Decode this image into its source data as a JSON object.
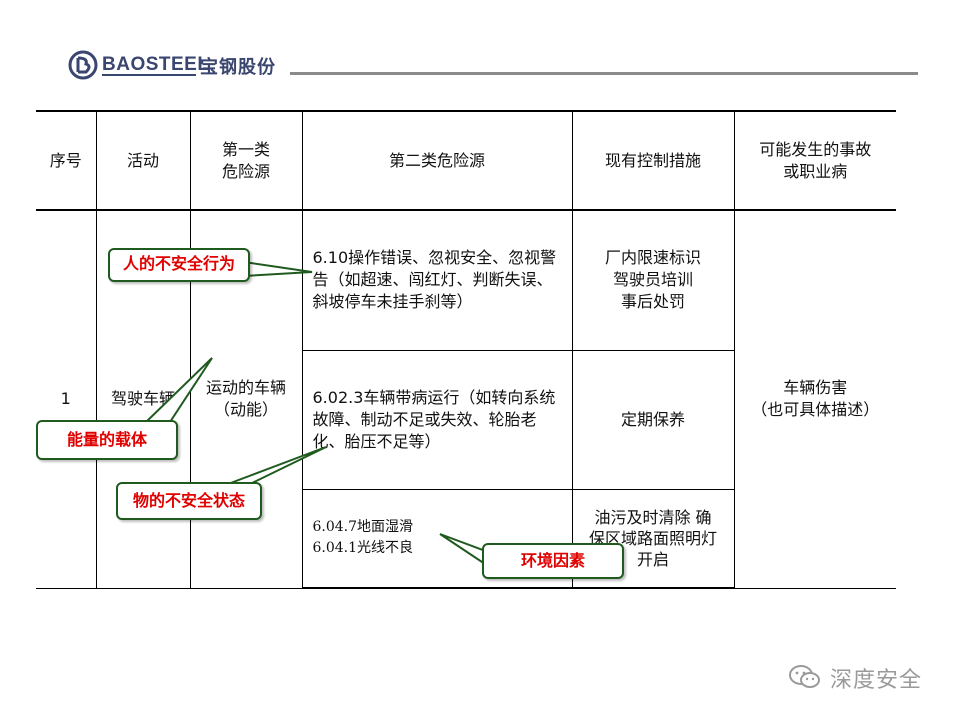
{
  "header": {
    "logo_en": "BAOSTEEL",
    "logo_cn": "宝钢股份"
  },
  "table": {
    "columns": [
      "序号",
      "活动",
      "第一类\n危险源",
      "第二类危险源",
      "现有控制措施",
      "可能发生的事故\n或职业病"
    ],
    "row": {
      "no": "1",
      "activity": "驾驶车辆",
      "hazard1": "运动的车辆\n（动能）",
      "outcome": "车辆伤害\n（也可具体描述）",
      "sub": [
        {
          "hazard2": "6.10操作错误、忽视安全、忽视警告（如超速、闯红灯、判断失误、斜坡停车未挂手刹等）",
          "control": "厂内限速标识\n驾驶员培训\n事后处罚"
        },
        {
          "hazard2": "6.02.3车辆带病运行（如转向系统故障、制动不足或失效、轮胎老化、胎压不足等）",
          "control": "定期保养"
        },
        {
          "hazard2": "6.04.7地面湿滑\n6.04.1光线不良",
          "control": "油污及时清除\n确保区域路面照明灯开启"
        }
      ]
    }
  },
  "callouts": {
    "human": "人的不安全行为",
    "energy": "能量的载体",
    "object": "物的不安全状态",
    "environment": "环境因素"
  },
  "watermark": "深度安全",
  "colors": {
    "callout_text": "#e00000",
    "callout_border": "#1f5a1f",
    "logo": "#3a4670"
  }
}
